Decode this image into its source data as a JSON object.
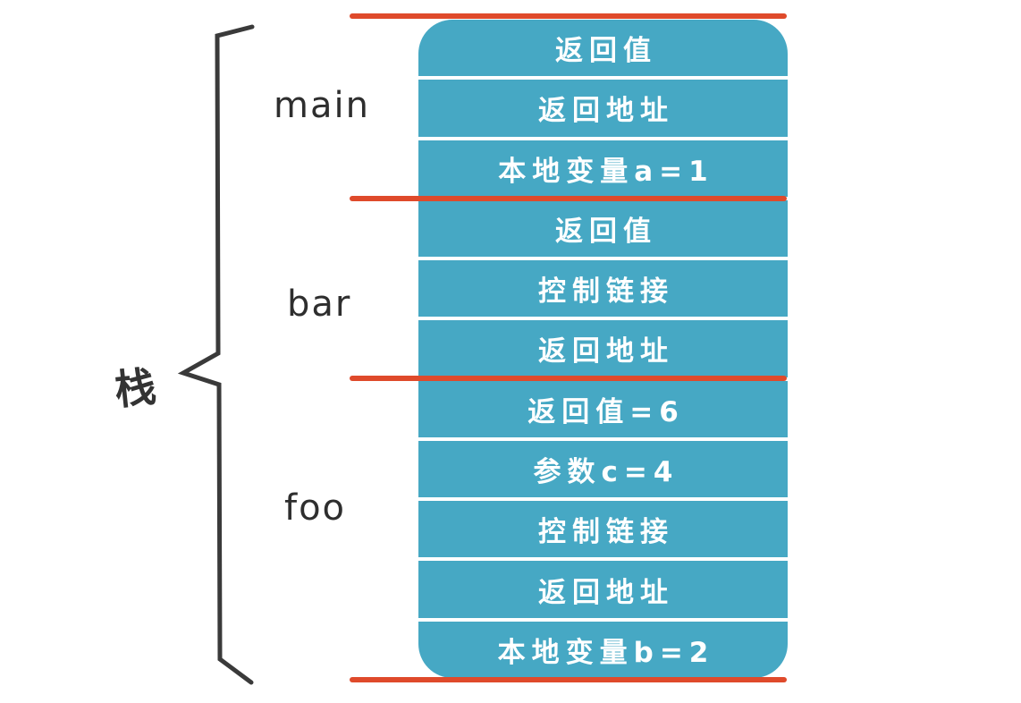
{
  "diagram": {
    "title_label": "栈",
    "frames": [
      {
        "label": "main"
      },
      {
        "label": "bar"
      },
      {
        "label": "foo"
      }
    ],
    "stack_rows": [
      {
        "frame": "main",
        "text": "返回值"
      },
      {
        "frame": "main",
        "text": "返回地址"
      },
      {
        "frame": "main",
        "text": "本地变量a=1"
      },
      {
        "frame": "bar",
        "text": "返回值"
      },
      {
        "frame": "bar",
        "text": "控制链接"
      },
      {
        "frame": "bar",
        "text": "返回地址"
      },
      {
        "frame": "foo",
        "text": "返回值=6"
      },
      {
        "frame": "foo",
        "text": "参数c=4"
      },
      {
        "frame": "foo",
        "text": "控制链接"
      },
      {
        "frame": "foo",
        "text": "返回地址"
      },
      {
        "frame": "foo",
        "text": "本地变量b=2"
      }
    ],
    "colors": {
      "cell_fill": "#46a8c4",
      "cell_text": "#ffffff",
      "divider": "#df4a2b",
      "brace_stroke": "#3a3a3a",
      "label_text": "#2e2e2e",
      "background": "#ffffff"
    }
  }
}
